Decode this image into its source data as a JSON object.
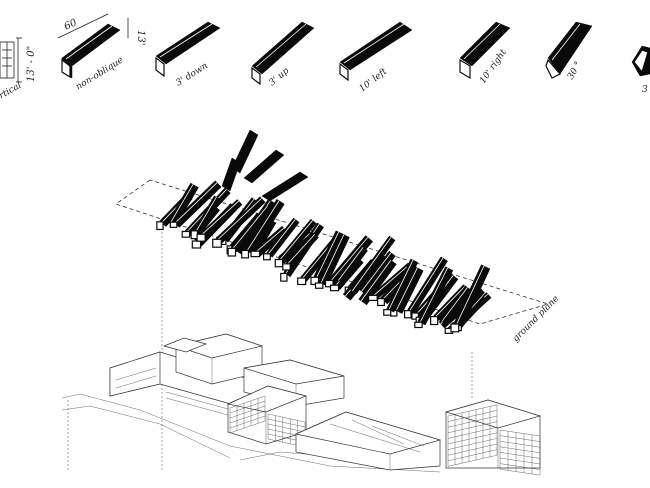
{
  "modules": [
    {
      "id": "vertical",
      "label": "vertical",
      "orientation": "vertical"
    },
    {
      "id": "obl",
      "label": "non-oblique",
      "orientation": "oblique"
    },
    {
      "id": "down3",
      "label": "3' down",
      "orientation": "oblique"
    },
    {
      "id": "up3",
      "label": "3' up",
      "orientation": "oblique"
    },
    {
      "id": "left10",
      "label": "10' left",
      "orientation": "long"
    },
    {
      "id": "right10",
      "label": "10' right",
      "orientation": "steep"
    },
    {
      "id": "deg30",
      "label": "30 °",
      "orientation": "steep2"
    },
    {
      "id": "end",
      "label": "3",
      "orientation": "end"
    }
  ],
  "dimensions": {
    "length": "60",
    "height": "13' - 0\"",
    "width": "13'"
  },
  "annotations": {
    "ground_plane": "ground plane"
  }
}
